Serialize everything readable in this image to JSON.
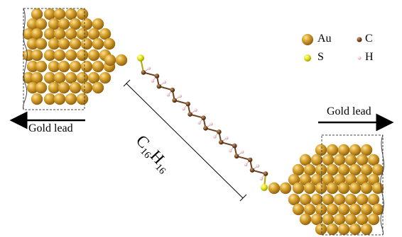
{
  "labels": {
    "gold_lead_left": "Gold lead",
    "gold_lead_right": "Gold lead",
    "formula_c": "C",
    "formula_c_sub": "16",
    "formula_h": "H",
    "formula_h_sub": "16"
  },
  "legend": [
    {
      "symbol": "Au",
      "label": "Au",
      "color": "#c8931e"
    },
    {
      "symbol": "C",
      "label": "C",
      "color": "#7a4a25"
    },
    {
      "symbol": "S",
      "label": "S",
      "color": "#e6e600"
    },
    {
      "symbol": "H",
      "label": "H",
      "color": "#f0c8cc"
    }
  ],
  "colors": {
    "gold": "#c8931e",
    "gold_highlight": "#f5d36a",
    "carbon": "#6e4322",
    "sulfur": "#e8e617",
    "hydrogen": "#f2c9cf",
    "dashed_box": "#555555"
  }
}
